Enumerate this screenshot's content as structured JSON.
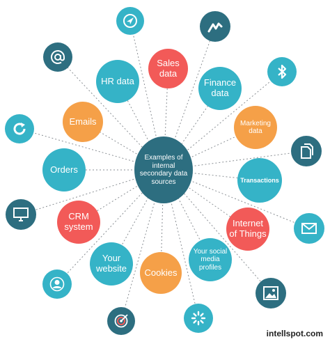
{
  "colors": {
    "teal": "#35b3c7",
    "dark_teal": "#2d6e80",
    "red": "#f25a58",
    "orange": "#f5a048",
    "center": "#2d6e80",
    "link": "#8a8f94"
  },
  "center": {
    "label": "Examples of internal secondary data sources"
  },
  "sources": {
    "sales": "Sales data",
    "hr": "HR data",
    "finance": "Finance data",
    "emails": "Emails",
    "marketing": "Marketing data",
    "orders": "Orders",
    "transactions": "Transactions",
    "crm": "CRM system",
    "iot": "Internet of Things",
    "website": "Your website",
    "cookies": "Cookies",
    "social": "Your social media profiles"
  },
  "icons": [
    "compass-icon",
    "analytics-icon",
    "at-sign-icon",
    "bluetooth-icon",
    "refresh-icon",
    "documents-icon",
    "monitor-icon",
    "envelope-icon",
    "user-icon",
    "image-icon",
    "target-icon",
    "loading-icon"
  ],
  "watermark": "intellspot.com"
}
